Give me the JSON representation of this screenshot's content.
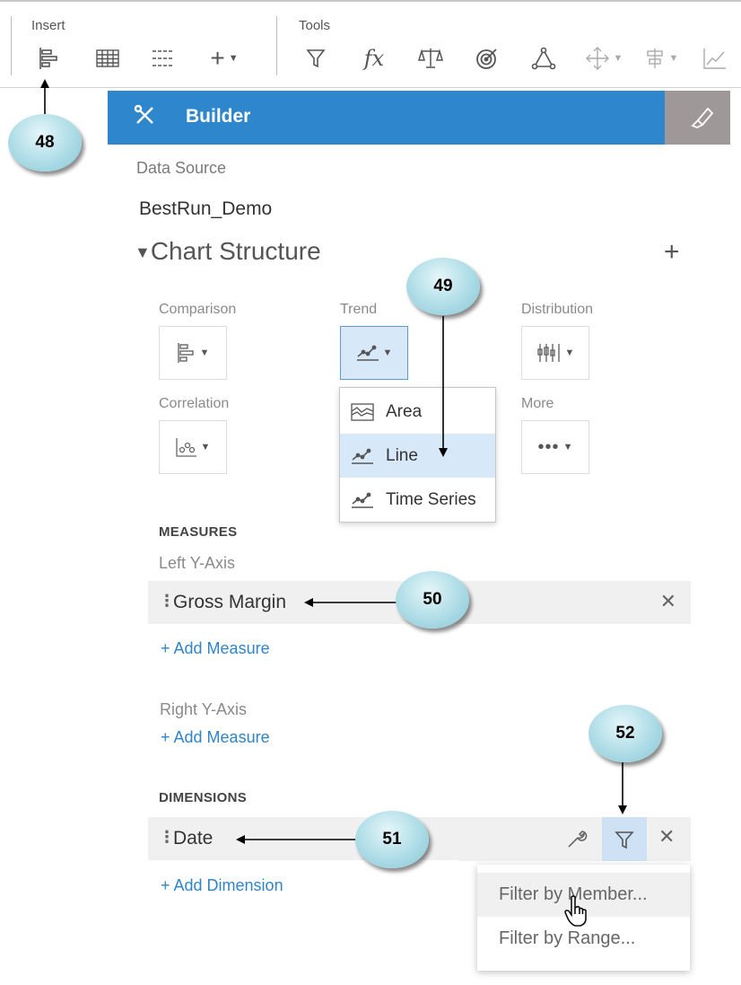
{
  "toolbar": {
    "insert_label": "Insert",
    "tools_label": "Tools",
    "insert_icons": [
      "bar-chart-icon",
      "table-icon",
      "input-control-icon",
      "add-icon"
    ],
    "tools_icons": [
      "filter-icon",
      "formula-icon",
      "balance-icon",
      "target-icon",
      "network-icon",
      "move-icon",
      "sort-icon",
      "trend-icon"
    ]
  },
  "builder": {
    "title": "Builder",
    "accent_color": "#2e87cc"
  },
  "data_source": {
    "label": "Data Source",
    "value": "BestRun_Demo"
  },
  "chart_structure": {
    "title": "Chart Structure",
    "add_symbol": "+",
    "types": [
      {
        "label": "Comparison",
        "icon": "bar-chart-icon"
      },
      {
        "label": "Trend",
        "icon": "line-chart-icon",
        "active": true
      },
      {
        "label": "Distribution",
        "icon": "boxplot-icon"
      },
      {
        "label": "Correlation",
        "icon": "scatter-icon"
      },
      {
        "label": "More",
        "icon": "more-icon"
      }
    ],
    "trend_menu": [
      "Area",
      "Line",
      "Time Series"
    ]
  },
  "measures": {
    "heading": "MEASURES",
    "left_axis_label": "Left Y-Axis",
    "left_item": "Gross Margin",
    "add_left": "+ Add Measure",
    "right_axis_label": "Right Y-Axis",
    "add_right": "+ Add Measure"
  },
  "dimensions": {
    "heading": "DIMENSIONS",
    "item": "Date",
    "add": "+ Add Dimension",
    "filter_menu": [
      "Filter by Member...",
      "Filter by Range..."
    ]
  },
  "callouts": {
    "c48": "48",
    "c49": "49",
    "c50": "50",
    "c51": "51",
    "c52": "52"
  }
}
